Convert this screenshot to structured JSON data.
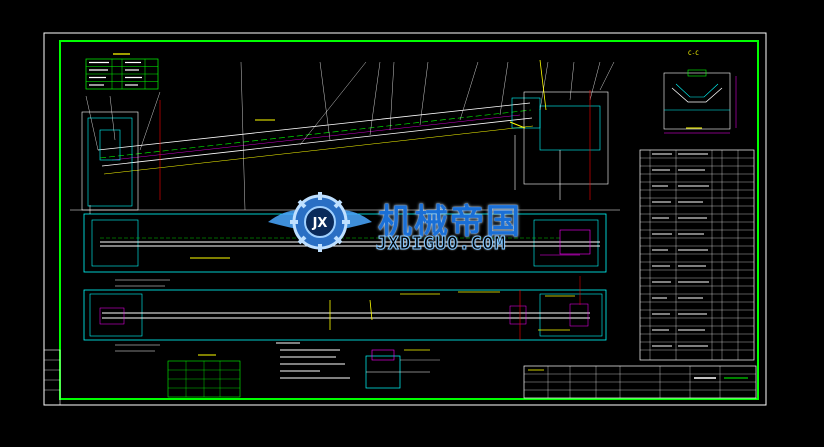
{
  "drawing": {
    "section_label": "C-C",
    "watermark": {
      "title": "机械帝国",
      "subtitle": "JXDIGUO.COM"
    }
  },
  "colors": {
    "background": "#000000",
    "frame": "#00ff00",
    "lines_white": "#ffffff",
    "lines_cyan": "#00ffff",
    "lines_yellow": "#ffff00",
    "lines_magenta": "#ff00ff",
    "lines_red": "#ff0000"
  }
}
